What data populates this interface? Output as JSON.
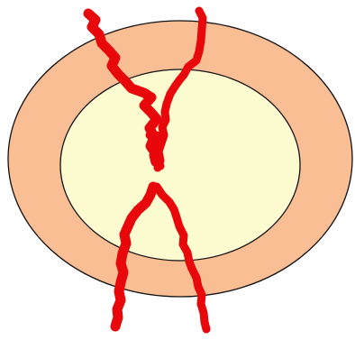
{
  "diagram": {
    "colors": {
      "background": "#ffffff",
      "outer_ring_fill": "#f9be94",
      "inner_region_fill": "#fdfbd0",
      "outline": "#111111",
      "vessel": "#e8070a"
    },
    "shapes": [
      "outer-ellipse",
      "inner-ellipse",
      "vessel-upper-left",
      "vessel-upper-right",
      "vessel-lower-left",
      "vessel-lower-right"
    ]
  }
}
